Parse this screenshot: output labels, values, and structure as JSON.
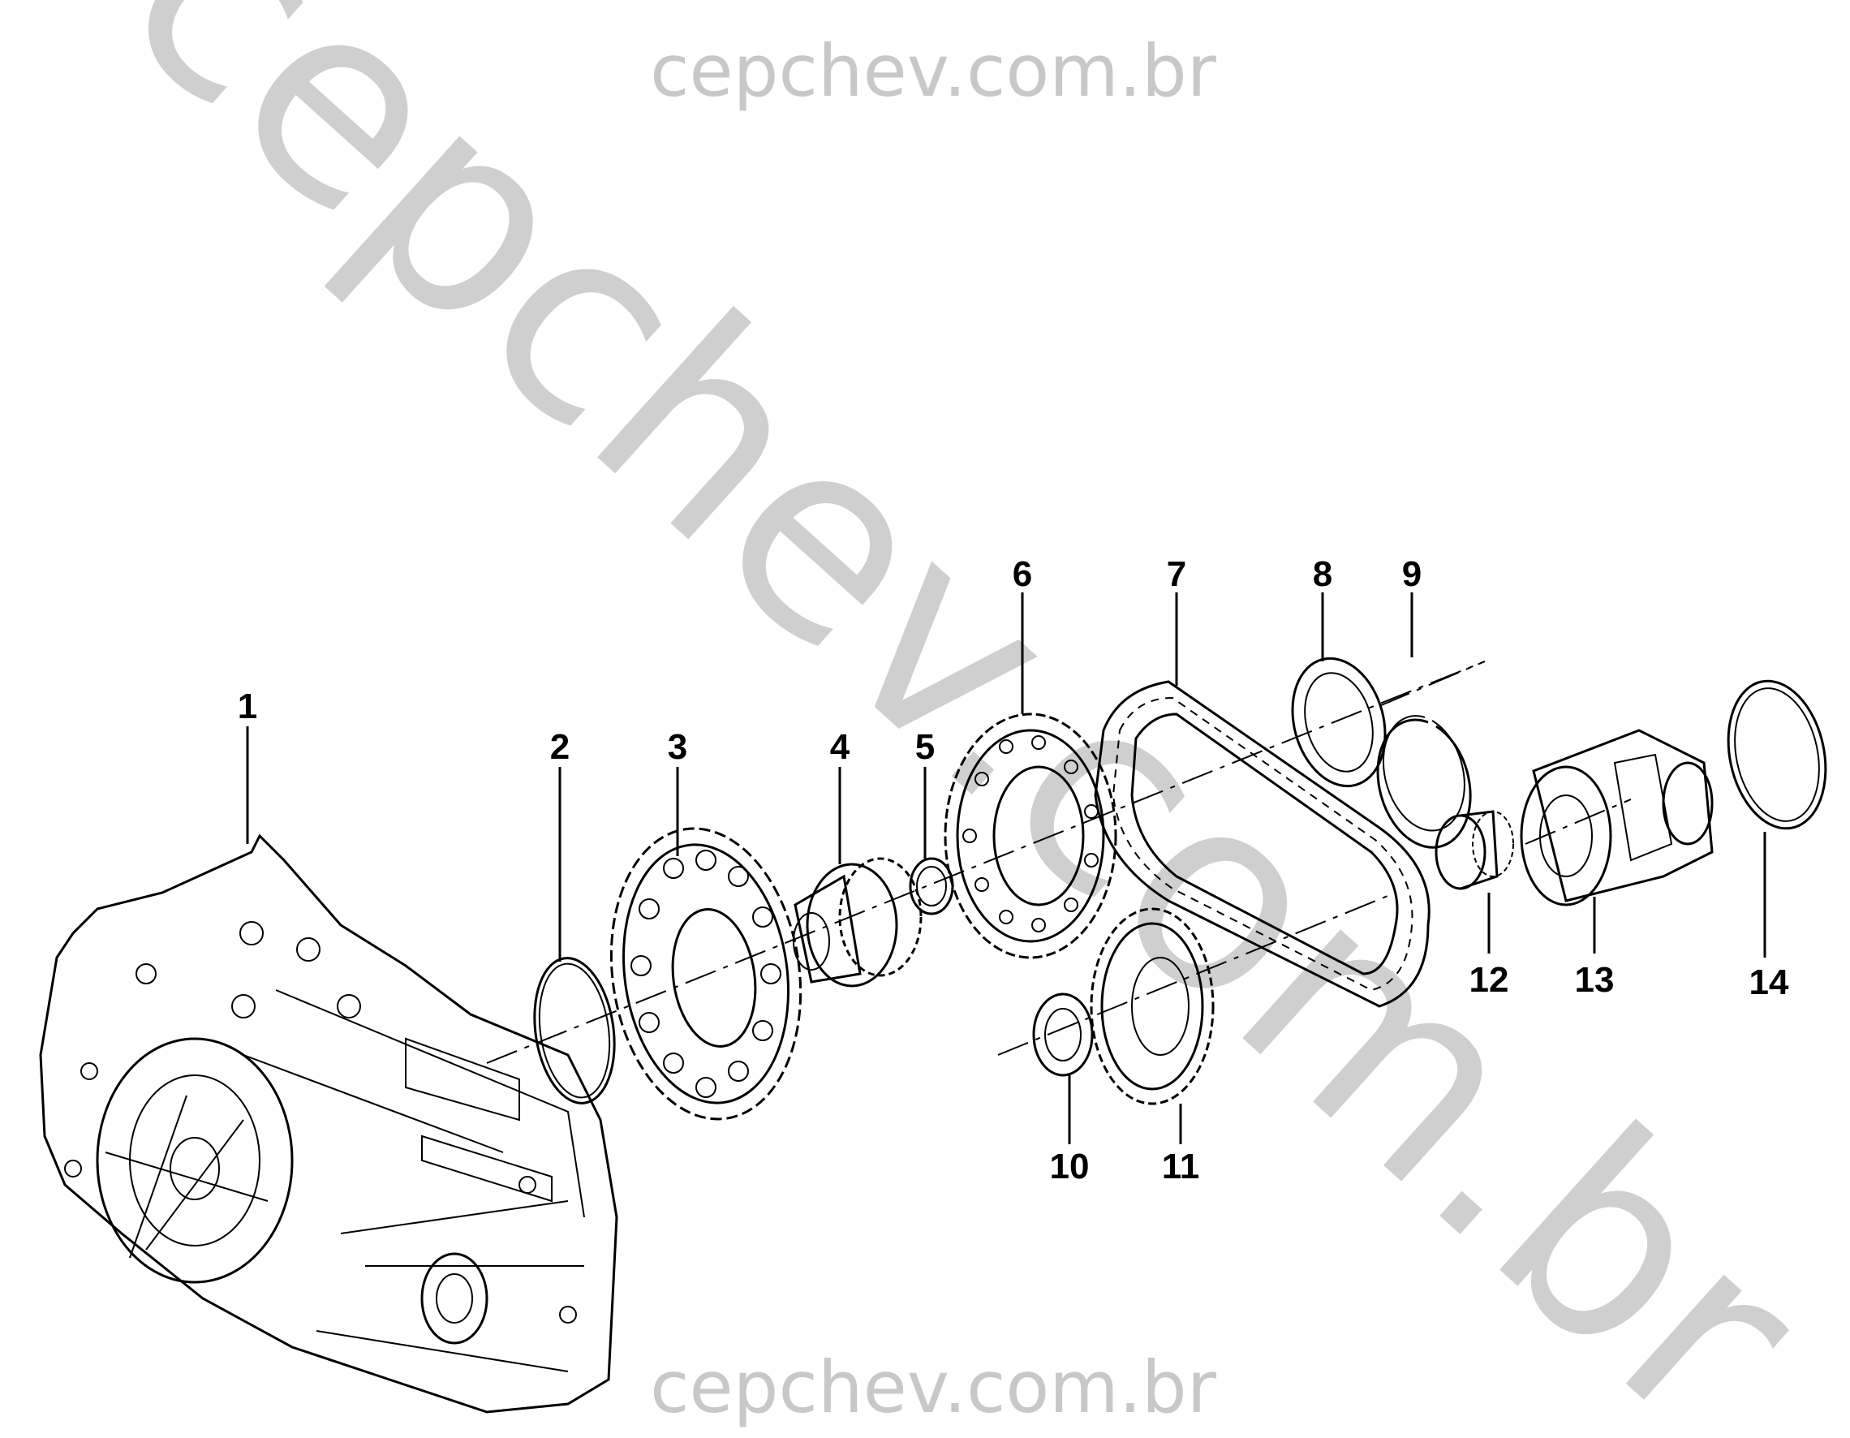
{
  "watermarks": {
    "top": "cepchev.com.br",
    "diagonal": "cepchev.com.br",
    "bottom": "cepchev.com.br"
  },
  "callouts": [
    "1",
    "2",
    "3",
    "4",
    "5",
    "6",
    "7",
    "8",
    "9",
    "10",
    "11",
    "12",
    "13",
    "14"
  ]
}
